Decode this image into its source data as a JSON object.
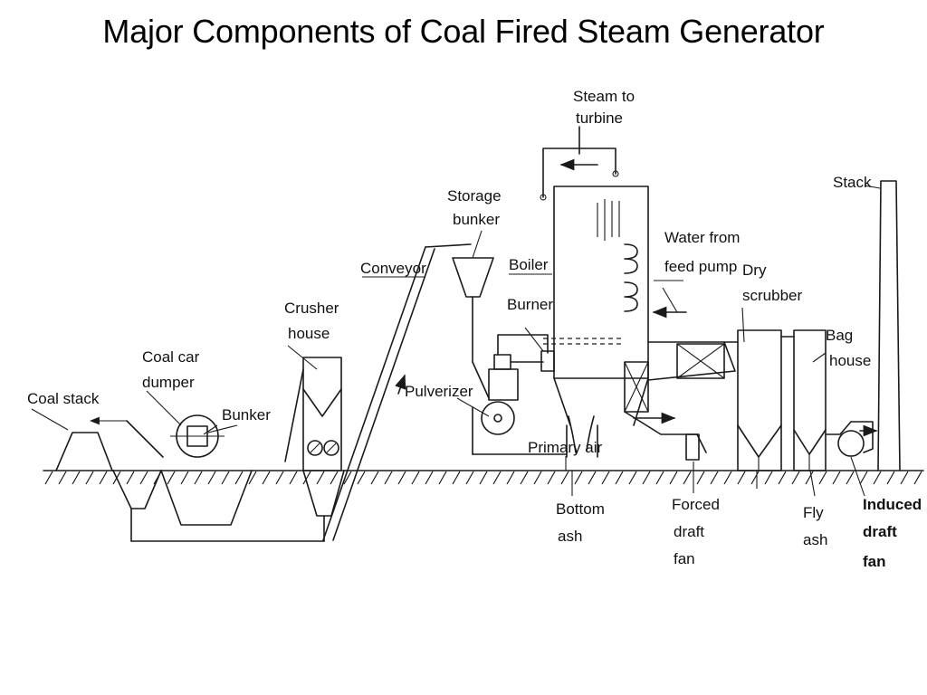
{
  "title": "Major Components of Coal Fired Steam Generator",
  "labels": {
    "steam_to_turbine": [
      "Steam to",
      "turbine"
    ],
    "storage_bunker": [
      "Storage",
      "bunker"
    ],
    "conveyor": "Conveyor",
    "boiler": "Boiler",
    "burner": "Burner",
    "water_from_feed_pump": [
      "Water from",
      "feed pump"
    ],
    "dry_scrubber": [
      "Dry",
      "scrubber"
    ],
    "stack": "Stack",
    "bag_house": [
      "Bag",
      "house"
    ],
    "crusher_house": [
      "Crusher",
      "house"
    ],
    "coal_car_dumper": [
      "Coal car",
      "dumper"
    ],
    "coal_stack": "Coal stack",
    "bunker": "Bunker",
    "pulverizer": "Pulverizer",
    "primary_air": "Primary air",
    "bottom_ash": [
      "Bottom",
      "ash"
    ],
    "forced_draft_fan": [
      "Forced",
      "draft",
      "fan"
    ],
    "fly_ash": [
      "Fly",
      "ash"
    ],
    "induced_draft_fan": [
      "Induced",
      "draft",
      "fan"
    ]
  }
}
